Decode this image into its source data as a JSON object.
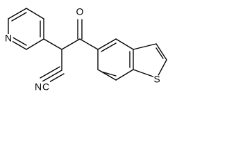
{
  "molecule": {
    "atom_labels": {
      "pyridine_nitrogen": "N",
      "carbonyl_oxygen": "O",
      "nitrile_nitrogen": "N",
      "nitrile_carbon": "C",
      "thiophene_sulfur": "S"
    }
  }
}
